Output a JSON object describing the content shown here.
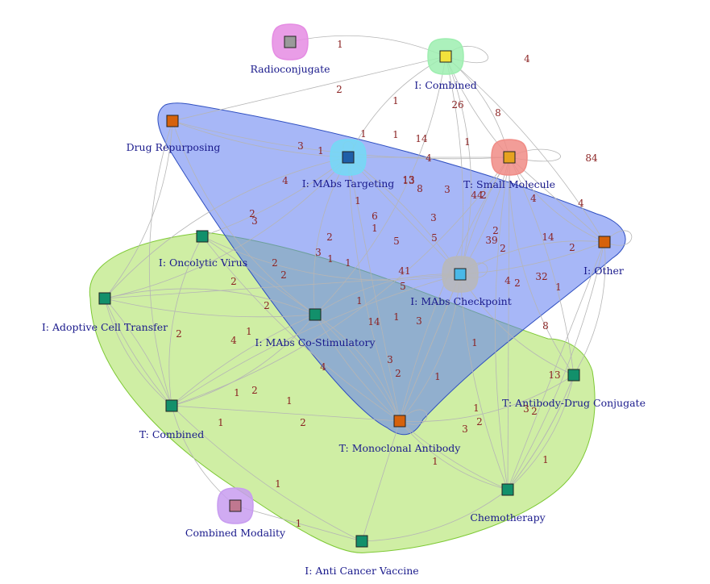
{
  "colors": {
    "hull_blue": "#5f7cf0",
    "hull_green": "#a8e05a",
    "node_teal": "#12906b",
    "node_orange": "#d6620c",
    "edge": "#b5b5b5",
    "edge_label": "#8b2323",
    "node_label": "#1a1a8c"
  },
  "nodes": [
    {
      "id": "radio",
      "label": "Radioconjugate",
      "fill": "#9a9a9a",
      "halo": "#e58ce3"
    },
    {
      "id": "icomb",
      "label": "I: Combined",
      "fill": "#f2e23c",
      "halo": "#9eeeb0"
    },
    {
      "id": "drug",
      "label": "Drug Repurposing",
      "fill": "#d6620c"
    },
    {
      "id": "mabt",
      "label": "I: MAbs Targeting",
      "fill": "#1f5fa8",
      "halo": "#74d9f5"
    },
    {
      "id": "tsmall",
      "label": "T: Small Molecule",
      "fill": "#e6a21f",
      "halo": "#f08c86"
    },
    {
      "id": "onco",
      "label": "I: Oncolytic Virus",
      "fill": "#12906b"
    },
    {
      "id": "iother",
      "label": "I: Other",
      "fill": "#d6620c"
    },
    {
      "id": "mabc",
      "label": "I: MAbs Checkpoint",
      "fill": "#4ab8e8",
      "halo": "#b9b9b9"
    },
    {
      "id": "adopt",
      "label": "I: Adoptive Cell Transfer",
      "fill": "#12906b"
    },
    {
      "id": "mabcs",
      "label": "I: MAbs Co-Stimulatory",
      "fill": "#12906b"
    },
    {
      "id": "adc",
      "label": "T: Antibody-Drug Conjugate",
      "fill": "#12906b"
    },
    {
      "id": "tcomb",
      "label": "T: Combined",
      "fill": "#12906b"
    },
    {
      "id": "tmono",
      "label": "T: Monoclonal Antibody",
      "fill": "#d6620c"
    },
    {
      "id": "chemo",
      "label": "Chemotherapy",
      "fill": "#12906b"
    },
    {
      "id": "cmod",
      "label": "Combined Modality",
      "fill": "#c07890",
      "halo": "#c89cf0"
    },
    {
      "id": "vacc",
      "label": "I: Anti Cancer Vaccine",
      "fill": "#12906b"
    }
  ],
  "edges": [
    {
      "from": "radio",
      "to": "icomb",
      "label": "1"
    },
    {
      "from": "icomb",
      "to": "icomb",
      "label": "4"
    },
    {
      "from": "drug",
      "to": "icomb",
      "label": "2"
    },
    {
      "from": "drug",
      "to": "tsmall",
      "label": "1"
    },
    {
      "from": "icomb",
      "to": "mabt",
      "label": "1"
    },
    {
      "from": "icomb",
      "to": "tsmall",
      "label": "26"
    },
    {
      "from": "icomb",
      "to": "iother",
      "label": "8"
    },
    {
      "from": "tsmall",
      "to": "tsmall",
      "label": "84"
    },
    {
      "from": "drug",
      "to": "mabt",
      "label": "3"
    },
    {
      "from": "mabt",
      "to": "mabt",
      "label": "1"
    },
    {
      "from": "icomb",
      "to": "mabcs",
      "label": "1"
    },
    {
      "from": "icomb",
      "to": "mabc",
      "label": "14"
    },
    {
      "from": "mabt",
      "to": "tsmall",
      "label": "13"
    },
    {
      "from": "icomb",
      "to": "tsmall",
      "label": "1"
    },
    {
      "from": "drug",
      "to": "mabcs",
      "label": "4"
    },
    {
      "from": "icomb",
      "to": "mabc",
      "label": "4"
    },
    {
      "from": "mabt",
      "to": "mabc",
      "label": "13"
    },
    {
      "from": "mabt",
      "to": "tmono",
      "label": "8"
    },
    {
      "from": "tsmall",
      "to": "mabc",
      "label": "3"
    },
    {
      "from": "tsmall",
      "to": "iother",
      "label": "4"
    },
    {
      "from": "tsmall",
      "to": "tcomb",
      "label": "44"
    },
    {
      "from": "tsmall",
      "to": "adc",
      "label": "2"
    },
    {
      "from": "tsmall",
      "to": "iother",
      "label": "4"
    },
    {
      "from": "mabt",
      "to": "tmono",
      "label": "1"
    },
    {
      "from": "drug",
      "to": "tcomb",
      "label": "2"
    },
    {
      "from": "drug",
      "to": "adopt",
      "label": "3"
    },
    {
      "from": "mabt",
      "to": "onco",
      "label": "6"
    },
    {
      "from": "mabt",
      "to": "mabc",
      "label": "1"
    },
    {
      "from": "tsmall",
      "to": "tmono",
      "label": "3"
    },
    {
      "from": "onco",
      "to": "mabc",
      "label": "2"
    },
    {
      "from": "mabt",
      "to": "adopt",
      "label": "5"
    },
    {
      "from": "tsmall",
      "to": "mabc",
      "label": "5"
    },
    {
      "from": "tsmall",
      "to": "chemo",
      "label": "2"
    },
    {
      "from": "tsmall",
      "to": "chemo",
      "label": "39"
    },
    {
      "from": "tsmall",
      "to": "adc",
      "label": "2"
    },
    {
      "from": "mabc",
      "to": "iother",
      "label": "14"
    },
    {
      "from": "iother",
      "to": "iother",
      "label": "2"
    },
    {
      "from": "onco",
      "to": "mabcs",
      "label": "2"
    },
    {
      "from": "onco",
      "to": "tmono",
      "label": "3"
    },
    {
      "from": "mabt",
      "to": "mabcs",
      "label": "1"
    },
    {
      "from": "adopt",
      "to": "mabt",
      "label": "1"
    },
    {
      "from": "adopt",
      "to": "tcomb",
      "label": "2"
    },
    {
      "from": "mabc",
      "to": "mabc",
      "label": "41"
    },
    {
      "from": "mabc",
      "to": "iother",
      "label": "4"
    },
    {
      "from": "mabc",
      "to": "adc",
      "label": "2"
    },
    {
      "from": "iother",
      "to": "adc",
      "label": "32"
    },
    {
      "from": "iother",
      "to": "chemo",
      "label": "1"
    },
    {
      "from": "mabc",
      "to": "adopt",
      "label": "5"
    },
    {
      "from": "adopt",
      "to": "tcomb",
      "label": "2"
    },
    {
      "from": "mabcs",
      "to": "adopt",
      "label": "2"
    },
    {
      "from": "mabcs",
      "to": "mabc",
      "label": "1"
    },
    {
      "from": "mabcs",
      "to": "tmono",
      "label": "14"
    },
    {
      "from": "mabc",
      "to": "tmono",
      "label": "1"
    },
    {
      "from": "mabc",
      "to": "chemo",
      "label": "3"
    },
    {
      "from": "adopt",
      "to": "tcomb",
      "label": "2"
    },
    {
      "from": "mabcs",
      "to": "tcomb",
      "label": "1"
    },
    {
      "from": "mabcs",
      "to": "adopt",
      "label": "4"
    },
    {
      "from": "iother",
      "to": "chemo",
      "label": "8"
    },
    {
      "from": "mabc",
      "to": "tcomb",
      "label": "1"
    },
    {
      "from": "tmono",
      "to": "mabc",
      "label": "3"
    },
    {
      "from": "mabcs",
      "to": "tmono",
      "label": "4"
    },
    {
      "from": "tmono",
      "to": "mabcs",
      "label": "2"
    },
    {
      "from": "mabc",
      "to": "tmono",
      "label": "1"
    },
    {
      "from": "tmono",
      "to": "tmono",
      "label": "13"
    },
    {
      "from": "tmono",
      "to": "adc",
      "label": "1"
    },
    {
      "from": "tcomb",
      "to": "onco",
      "label": "2"
    },
    {
      "from": "tcomb",
      "to": "mabcs",
      "label": "1"
    },
    {
      "from": "tcomb",
      "to": "tmono",
      "label": "2"
    },
    {
      "from": "tcomb",
      "to": "vacc",
      "label": "1"
    },
    {
      "from": "tmono",
      "to": "chemo",
      "label": "3"
    },
    {
      "from": "adc",
      "to": "chemo",
      "label": "2"
    },
    {
      "from": "adc",
      "to": "chemo",
      "label": "3"
    },
    {
      "from": "tmono",
      "to": "vacc",
      "label": "2"
    },
    {
      "from": "tmono",
      "to": "chemo",
      "label": "1"
    },
    {
      "from": "tcomb",
      "to": "cmod",
      "label": "1"
    },
    {
      "from": "chemo",
      "to": "vacc",
      "label": "1"
    },
    {
      "from": "adc",
      "to": "chemo",
      "label": "1"
    },
    {
      "from": "cmod",
      "to": "vacc",
      "label": "1"
    }
  ]
}
